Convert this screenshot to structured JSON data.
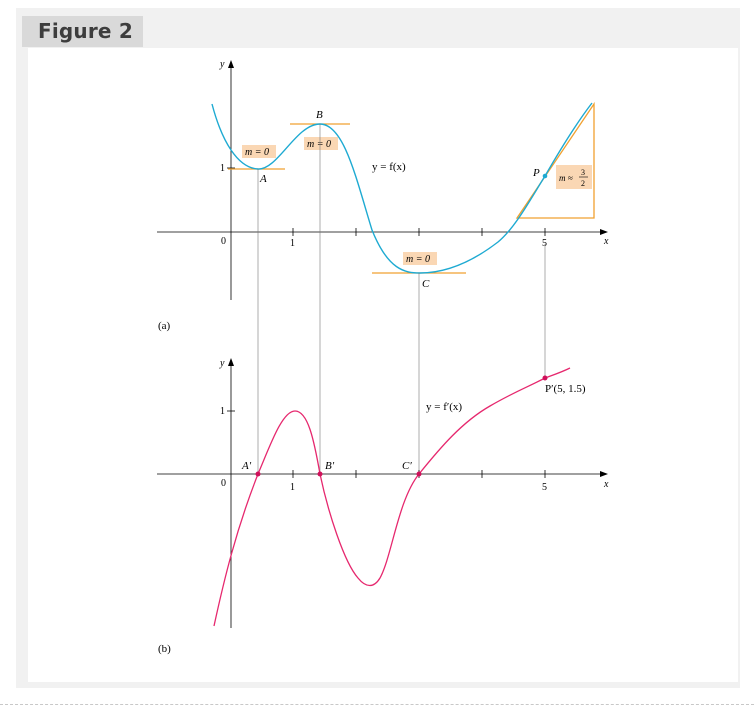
{
  "figure_label": "Figure 2",
  "panel_a": {
    "label": "(a)",
    "y_axis": "y",
    "x_axis": "x",
    "origin": "0",
    "x_ticks": [
      "1",
      "5"
    ],
    "y_ticks": [
      "1"
    ],
    "curve_label": "y = f(x)",
    "points": {
      "A": "A",
      "B": "B",
      "C": "C",
      "P": "P"
    },
    "slopes": {
      "A": "m = 0",
      "B": "m = 0",
      "C": "m = 0",
      "P_prefix": "m ≈",
      "P_num": "3",
      "P_den": "2"
    },
    "colors": {
      "curve": "#1eaad2",
      "tangent": "#f0a030",
      "highlight": "#fad7b4"
    }
  },
  "panel_b": {
    "label": "(b)",
    "y_axis": "y",
    "x_axis": "x",
    "origin": "0",
    "x_ticks": [
      "1",
      "5"
    ],
    "y_ticks": [
      "1"
    ],
    "curve_label": "y = f′(x)",
    "points": {
      "A": "A′",
      "B": "B′",
      "C": "C′",
      "P": "P′(5, 1.5)"
    },
    "colors": {
      "curve": "#e6286e",
      "point": "#d0105a"
    }
  }
}
